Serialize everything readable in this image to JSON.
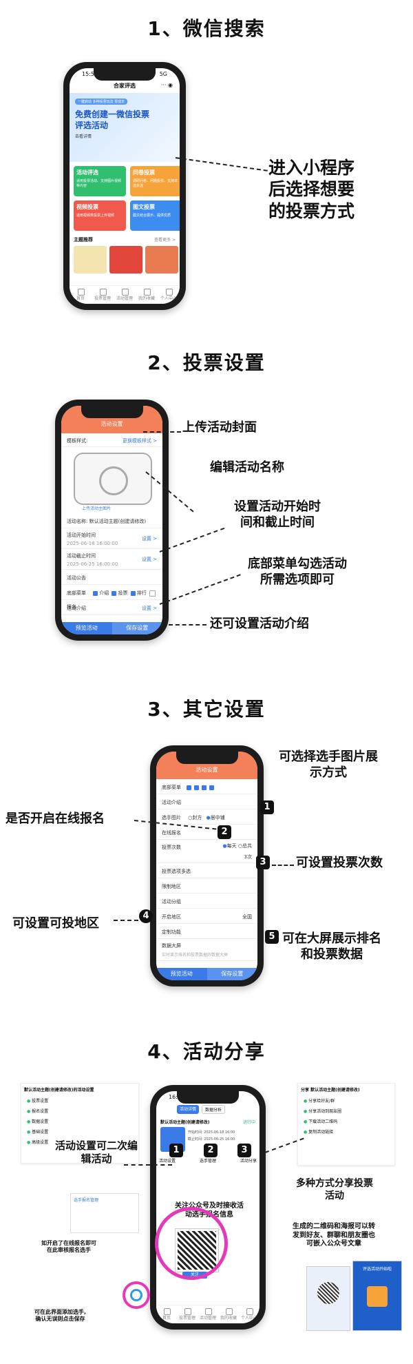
{
  "sections": [
    {
      "title": "1、微信搜索"
    },
    {
      "title": "2、投票设置"
    },
    {
      "title": "3、其它设置"
    },
    {
      "title": "4、活动分享"
    }
  ],
  "s1": {
    "status_time": "15:59",
    "status_right": "5G",
    "app_title": "合家评选",
    "banner_tag": "一键启动 多种投票玩法 零成本",
    "banner_line1": "免费创建一微信投票",
    "banner_line2": "评选活动",
    "banner_sub": "去看详情",
    "cards": [
      {
        "name": "活动评选",
        "desc": "适用投票活动、支持图片视频等内容",
        "color": "#2fbf6e"
      },
      {
        "name": "问卷投票",
        "desc": "调研问卷、问题投票、支持单选多选",
        "color": "#f6a43a"
      },
      {
        "name": "视频投票",
        "desc": "适用视频类投票上传视频",
        "color": "#f0594b"
      },
      {
        "name": "图文投票",
        "desc": "图文结合展示、提供优质",
        "color": "#3d8cf0"
      }
    ],
    "recommend_label": "主题推荐",
    "recommend_more": "查看更多 >",
    "tabs": [
      "首页",
      "投票管理",
      "活动管理",
      "我的收藏",
      "个人中心"
    ],
    "callout": [
      "进入小程序",
      "后选择想要",
      "的投票方式"
    ]
  },
  "s2": {
    "header": "活动设置",
    "template_label": "模板样式:",
    "template_action": "更换模板样式 >",
    "upload_label": "上传活动主图片",
    "name_label": "活动名称",
    "name_value": "默认活动主题(创建请修改)",
    "start_label": "活动开始时间",
    "start_value": "2025-06-18 16:00:00",
    "end_label": "活动截止时间",
    "end_value": "2025-06-25 16:00:00",
    "set_label": "设置 >",
    "notice_label": "活动公告",
    "menu_label": "底部菜单",
    "menu_items": [
      "介绍",
      "投票",
      "排行",
      "报名"
    ],
    "intro_label": "活动介绍",
    "btn_preview": "预览活动",
    "btn_save": "保存设置",
    "callouts": [
      "上传活动封面",
      "编辑活动名称",
      "设置活动开始时",
      "间和截止时间",
      "底部菜单勾选活动",
      "所需选项即可",
      "还可设置活动介绍"
    ]
  },
  "s3": {
    "header": "活动设置",
    "rows": [
      "底部菜单",
      "活动介绍",
      "选手图片",
      "在线报名",
      "投票次数",
      "投票选项多选",
      "限制地区",
      "活动分组",
      "开启地区",
      "定制功能",
      "数据大屏"
    ],
    "pic_opts": [
      "封方",
      "居中铺"
    ],
    "vote_opts": [
      "每天",
      "总共"
    ],
    "vote_count": "3次",
    "region_value": "全国",
    "bigscreen_note": "实时显示排名和投票数据的数据大屏",
    "btn_preview": "预览活动",
    "btn_save": "保存设置",
    "badges": [
      "1",
      "2",
      "3",
      "4",
      "5"
    ],
    "callouts": [
      "可选择选手图片展",
      "示方式",
      "是否开启在线报名",
      "可设置投票次数",
      "可设置可投地区",
      "可在大屏展示排名",
      "和投票数据"
    ]
  },
  "s4": {
    "status_time": "16:00",
    "tabs_top": [
      "活动详情",
      "数据分析"
    ],
    "act_title": "默认活动主题(创建请修改)",
    "act_status": "进行中",
    "act_start": "开始时间: 2025-06-18 16:00",
    "act_end": "截止时间: 2025-06-25 16:00",
    "act_buttons": [
      "活动设置",
      "选手管理",
      "活动分享"
    ],
    "badges": [
      "1",
      "2",
      "3"
    ],
    "qr_caption": [
      "关注公众号及时接收活",
      "动选手报名信息"
    ],
    "qr_btn": "关注",
    "left_header": "默认活动主题(创建请修改)的活动设置",
    "left_items": [
      "投票设置",
      "报名设置",
      "数据设置",
      "基础设置",
      "高级设置"
    ],
    "right_header": "分享 默认活动主题(创建请修改)",
    "right_items": [
      "分享给好友/群",
      "分享活动到朋友圈",
      "下载活动二维码",
      "复制活动链接"
    ],
    "tabs": [
      "首页",
      "投票管理",
      "活动管理",
      "我的收藏",
      "个人中心"
    ],
    "mini_left_label": "选手报名管理",
    "poster_title": "评选活动开始啦",
    "callouts": [
      "活动设置可二次编",
      "辑活动",
      "多种方式分享投票",
      "活动",
      "如开启了在线报名即可",
      "在此审核报名选手",
      "可在此界面添加选手,",
      "确认无误则点击保存",
      "生成的二维码和海报可以转",
      "发到好友、群聊和朋友圈也",
      "可嵌入公众号文章"
    ]
  },
  "colors": {
    "orange": "#f4805a",
    "blue": "#3b7be8",
    "magenta": "#e53ab7",
    "green": "#2fbf6e"
  }
}
